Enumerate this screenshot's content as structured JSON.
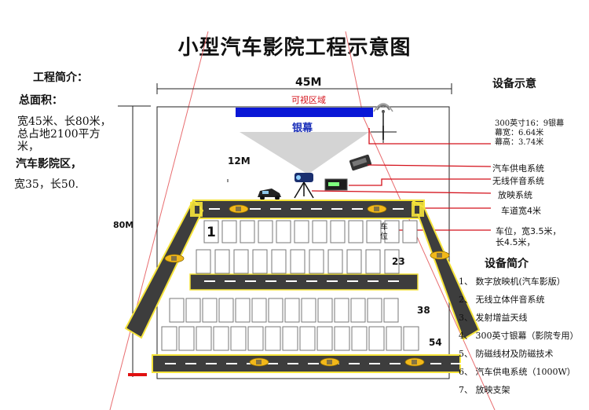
{
  "title": "小型汽车影院工程示意图",
  "left": {
    "intro_heading": "工程简介：",
    "area_heading": "总面积：",
    "area_text": [
      "宽45米、长80米，",
      "总占地2100平方",
      "米，"
    ],
    "cinema_heading": "汽车影院区，",
    "cinema_text": "宽35，长50."
  },
  "dimensions": {
    "width": "45M",
    "length": "80M",
    "screen_distance": "12M"
  },
  "screen": {
    "visible_area": "可视区域",
    "label": "银幕"
  },
  "right": {
    "equipment_heading": "设备示意",
    "screen_spec": [
      "300英寸16：9银幕",
      "幕宽：6.64米",
      "幕高：3.74米"
    ],
    "power": "汽车供电系统",
    "audio": "无线伴音系统",
    "projection": "放映系统",
    "lane": "车道宽4米",
    "spot": [
      "车位，宽3.5米，",
      "长4.5米，"
    ],
    "intro_heading": "设备简介",
    "items": [
      "1、 数字放映机(汽车影版）",
      "2、 无线立体伴音系统",
      "3、 发射增益天线",
      "4、 300英寸银幕（影院专用）",
      "5、 防磁线材及防磁技术",
      "6、 汽车供电系统（1000W）",
      "7、 放映支架"
    ]
  },
  "lot": {
    "spot_label": [
      "车",
      "位"
    ],
    "row_numbers": [
      "1",
      "23",
      "38",
      "54"
    ]
  },
  "colors": {
    "lane": "#3d3d3d",
    "lane_edge": "#f5e33a",
    "screen": "#0a17d6",
    "annotation": "#d4101a",
    "car": "#f2b81a"
  }
}
